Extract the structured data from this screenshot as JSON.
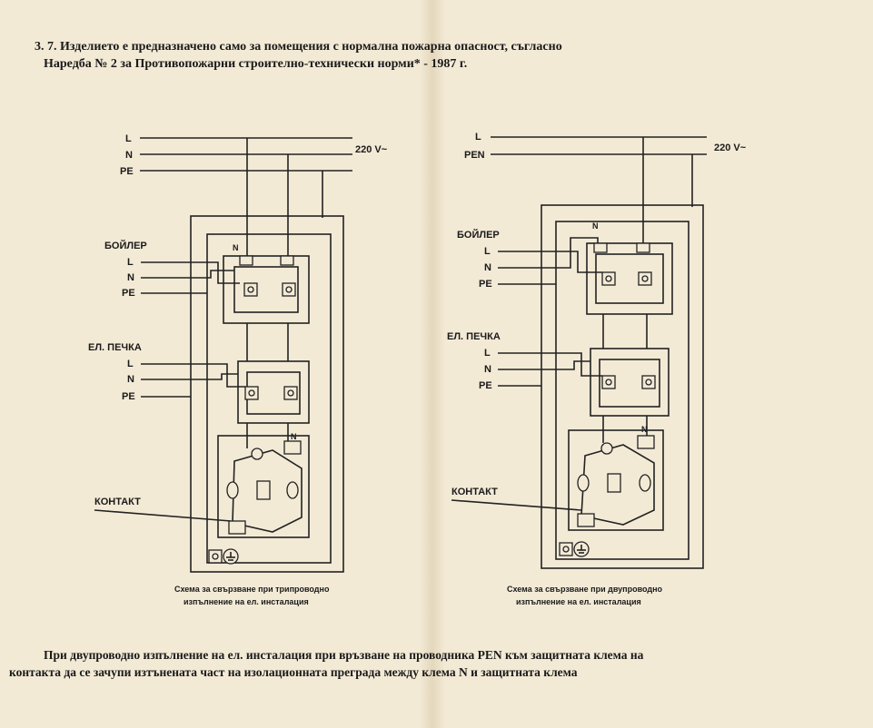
{
  "heading": {
    "line1": "3. 7. Изделието е предназначено само за помещения с нормална пожарна опасност, съгласно",
    "line2": "Наредба № 2 за Противопожарни строително-технически норми* - 1987 г."
  },
  "left_diagram": {
    "bus_labels": [
      "L",
      "N",
      "PE"
    ],
    "voltage": "220 V~",
    "boiler_label": "БОЙЛЕР",
    "boiler_wires": [
      "L",
      "N",
      "PE"
    ],
    "stove_label": "ЕЛ. ПЕЧКА",
    "stove_wires": [
      "L",
      "N",
      "PE"
    ],
    "socket_label": "КОНТАКТ",
    "n_terminal": "N",
    "caption_line1": "Схема за свързване при трипроводно",
    "caption_line2": "изпълнение на ел. инсталация"
  },
  "right_diagram": {
    "bus_labels": [
      "L",
      "PEN"
    ],
    "voltage": "220 V~",
    "boiler_label": "БОЙЛЕР",
    "boiler_wires": [
      "L",
      "N",
      "PE"
    ],
    "stove_label": "ЕЛ. ПЕЧКА",
    "stove_wires": [
      "L",
      "N",
      "PE"
    ],
    "socket_label": "КОНТАКТ",
    "n_terminal": "N",
    "caption_line1": "Схема за свързване при двупроводно",
    "caption_line2": "изпълнение на ел. инсталация"
  },
  "footer": {
    "line1": "При двупроводно изпълнение на ел. инсталация при връзване на проводника PEN към защитната клема на",
    "line2": "контакта да се зачупи изтънената част на изолационната преграда между клема N и защитната клема"
  }
}
